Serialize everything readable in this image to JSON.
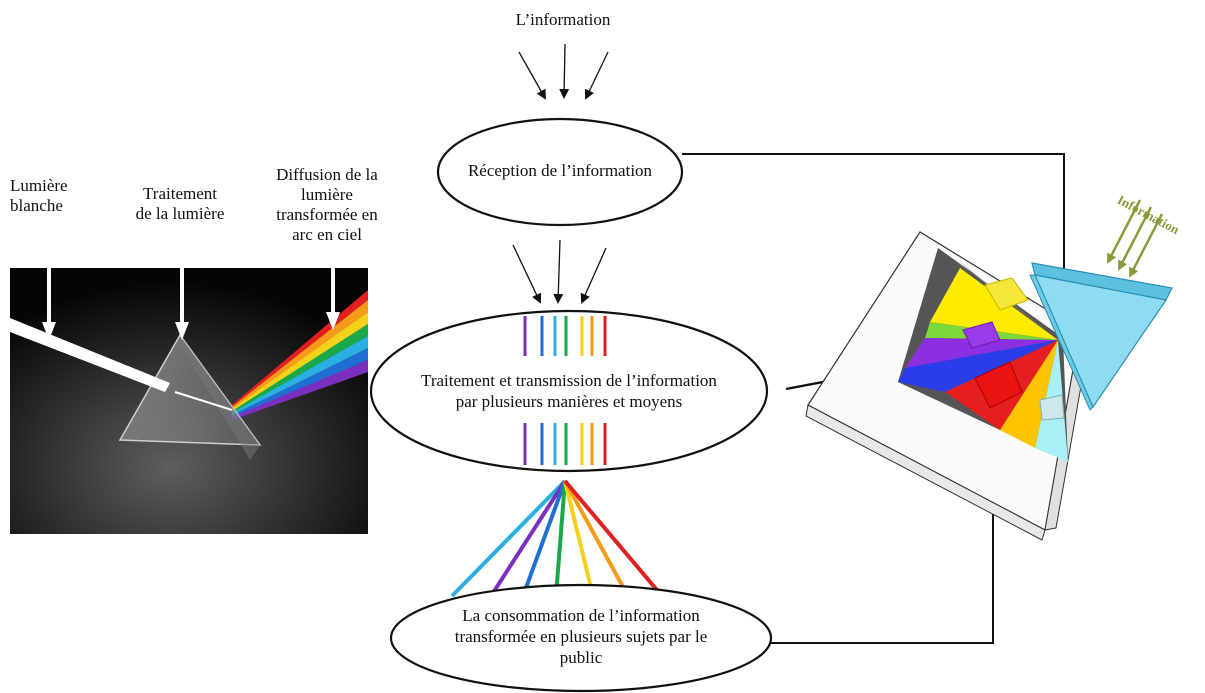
{
  "labels": {
    "top_information": "L’information",
    "white_light": "Lumière\nblanche",
    "light_processing": "Traitement\nde la lumière",
    "light_diffusion": "Diffusion de la\nlumière\ntransformée en\narc en ciel",
    "reception": "Réception de l’information",
    "processing": "Traitement et transmission de l’information\npar plusieurs manières et moyens",
    "consumption": "La consommation de  l’information\ntransformée en plusieurs sujets par le\npublic",
    "info_tag": "Information"
  },
  "colors": {
    "rainbow": [
      "#7b2fbf",
      "#1f6fd0",
      "#2ab0e0",
      "#1aa84a",
      "#f5d21a",
      "#f59a1a",
      "#e02020"
    ],
    "fan": [
      "#2ab0e0",
      "#7b2fbf",
      "#1f6fd0",
      "#1aa84a",
      "#f5d21a",
      "#f59a1a",
      "#e02020"
    ],
    "prism_blue": "#7fd6ef",
    "info_arrow": "#8a9a3a"
  }
}
